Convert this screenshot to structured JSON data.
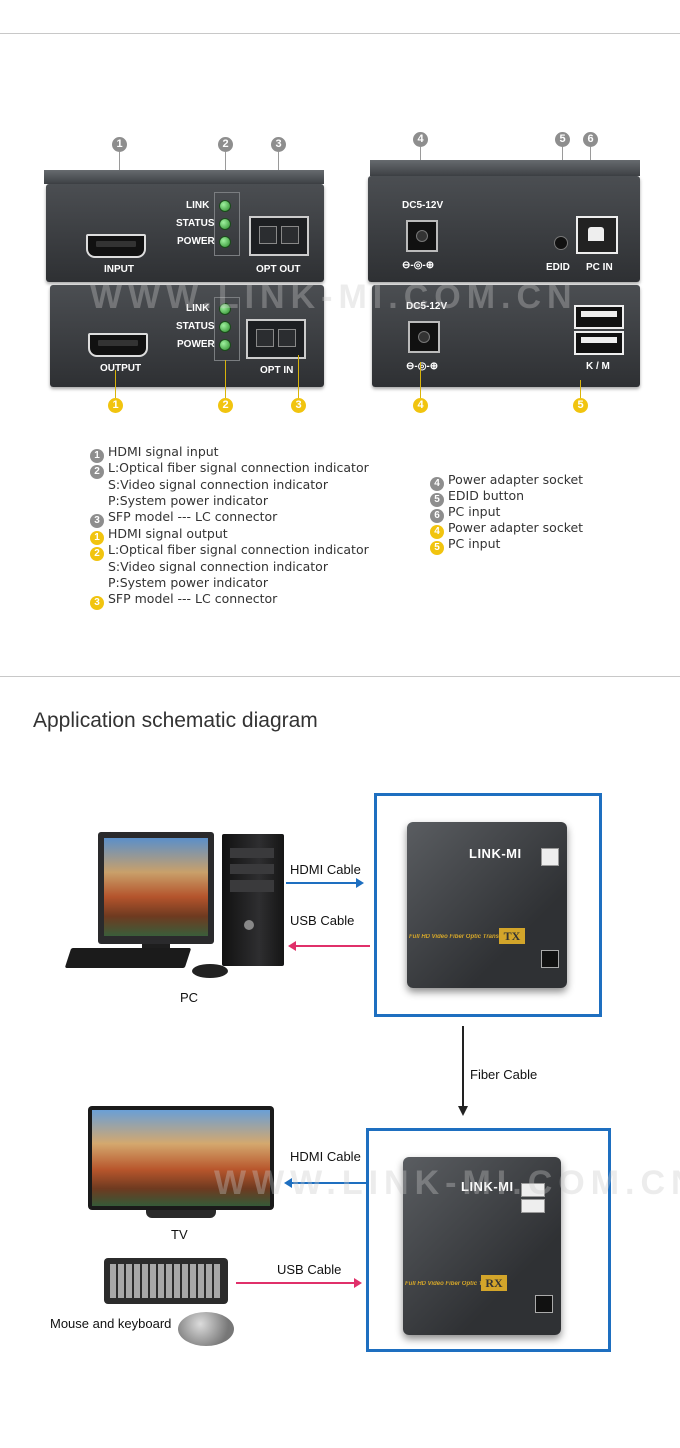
{
  "panels": {
    "tx_front": {
      "input_label": "INPUT",
      "led_labels": [
        "LINK",
        "STATUS",
        "POWER"
      ],
      "sfp_label": "OPT OUT"
    },
    "rx_front": {
      "output_label": "OUTPUT",
      "led_labels": [
        "LINK",
        "STATUS",
        "POWER"
      ],
      "sfp_label": "OPT IN"
    },
    "tx_back": {
      "power_label": "DC5-12V",
      "polarity": "⊖-◎-⊕",
      "edid_label": "EDID",
      "pc_in_label": "PC IN"
    },
    "rx_back": {
      "power_label": "DC5-12V",
      "polarity": "⊖-◎-⊕",
      "km_label": "K / M"
    },
    "watermark": "WWW.LINK-MI.COM.CN",
    "top_numbers": [
      "1",
      "2",
      "3",
      "4",
      "5",
      "6"
    ],
    "bottom_numbers": [
      "1",
      "2",
      "3",
      "4",
      "5"
    ]
  },
  "legend_left": [
    {
      "num": "1",
      "style": "gray",
      "text": "HDMI signal input"
    },
    {
      "num": "2",
      "style": "gray",
      "text": "L:Optical fiber signal connection indicator"
    },
    {
      "num": "",
      "style": "none",
      "text": "S:Video signal connection indicator"
    },
    {
      "num": "",
      "style": "none",
      "text": "P:System power indicator"
    },
    {
      "num": "3",
      "style": "gray",
      "text": "SFP model --- LC connector"
    },
    {
      "num": "1",
      "style": "yel",
      "text": "HDMI signal output"
    },
    {
      "num": "2",
      "style": "yel",
      "text": "L:Optical fiber signal connection indicator"
    },
    {
      "num": "",
      "style": "none",
      "text": "S:Video signal connection indicator"
    },
    {
      "num": "",
      "style": "none",
      "text": "P:System power indicator"
    },
    {
      "num": "3",
      "style": "yel",
      "text": "SFP model --- LC connector"
    }
  ],
  "legend_right": [
    {
      "num": "4",
      "style": "gray",
      "text": "Power adapter socket"
    },
    {
      "num": "5",
      "style": "gray",
      "text": "EDID button"
    },
    {
      "num": "6",
      "style": "gray",
      "text": "PC input"
    },
    {
      "num": "4",
      "style": "yel",
      "text": "Power adapter socket"
    },
    {
      "num": "5",
      "style": "yel",
      "text": "PC input"
    }
  ],
  "section": {
    "title": "Application schematic diagram"
  },
  "diagram": {
    "pc_caption": "PC",
    "tv_caption": "TV",
    "peripheral_caption": "Mouse and keyboard",
    "hdmi_cable_top": "HDMI Cable",
    "usb_cable_top": "USB Cable",
    "fiber_cable": "Fiber Cable",
    "hdmi_cable_bottom": "HDMI Cable",
    "usb_cable_bottom": "USB Cable",
    "tx_brand": "LINK-MI",
    "rx_brand": "LINK-MI",
    "tx_badge": "TX",
    "rx_badge": "RX",
    "tx_side_text": "Full HD Video Fiber Optic Transceiver",
    "rx_side_text": "Full HD Video Fiber Optic Transceiver",
    "colors": {
      "box_border": "#1e6fc0",
      "hdmi_arrow": "#1e6fc0",
      "usb_arrow": "#e0306a"
    }
  }
}
